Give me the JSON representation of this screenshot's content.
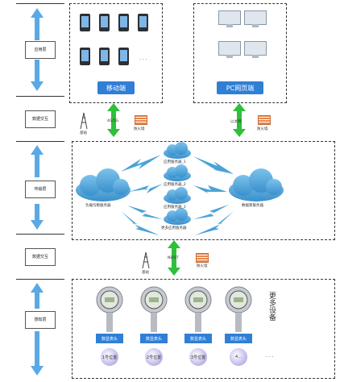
{
  "layers": [
    {
      "key": "application",
      "label": "应用层"
    },
    {
      "key": "data_exchange_top",
      "label": "数据交互"
    },
    {
      "key": "transport",
      "label": "传输层"
    },
    {
      "key": "data_exchange_bottom",
      "label": "数据交互"
    },
    {
      "key": "perception",
      "label": "感知层"
    }
  ],
  "application": {
    "mobile_label": "移动端",
    "pc_label": "PC网页端",
    "ellipsis": "· · ·"
  },
  "exchange_top": {
    "base_station": "基站",
    "link_mobile": "4G/5G",
    "firewall_left": "防火墙",
    "link_pc": "以太网",
    "firewall_right": "防火墙"
  },
  "transport": {
    "load_balancer": "负载均衡服务器",
    "database_server": "数据库服务器",
    "servers": [
      "应用服务器_1",
      "应用服务器_2",
      "应用服务器_3",
      "更多应用服务器"
    ]
  },
  "exchange_bottom": {
    "base_station": "基站",
    "link": "NBIOT",
    "firewall": "防火墙"
  },
  "perception": {
    "device_tag": "数显表头",
    "positions": [
      "1号位置",
      "2号位置",
      "3号位置",
      "4..."
    ],
    "more_devices": "更多设备",
    "ellipsis": "· · ·"
  },
  "colors": {
    "arrow_green": "#2fbf3a",
    "arrow_blue": "#5aa9e6",
    "cloud_blue": "#4aa3d8",
    "label_blue": "#2f7fd6"
  }
}
